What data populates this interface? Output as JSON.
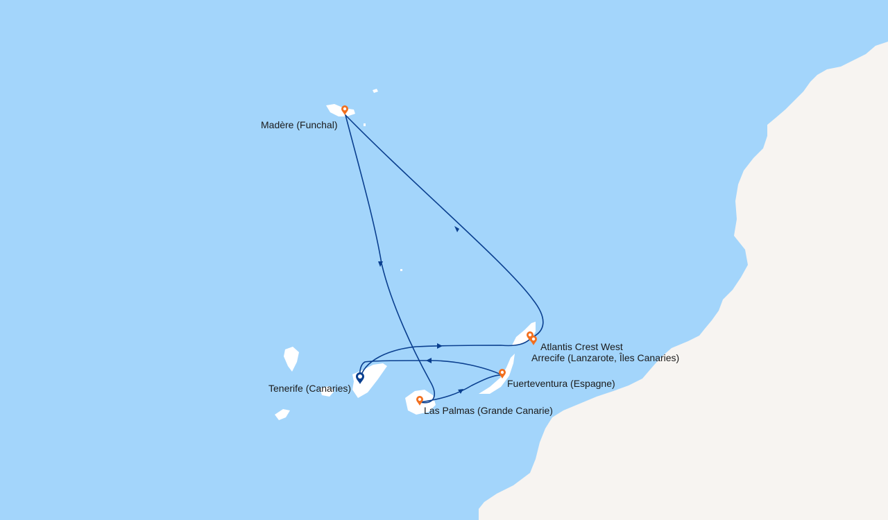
{
  "map": {
    "colors": {
      "sea": "#a3d5fb",
      "land": "#f7f4f1",
      "island": "#ffffff",
      "route": "#0a3f8f",
      "port_marker": "#f26f1e",
      "home_marker": "#0a3f8f"
    },
    "ports": [
      {
        "id": "madere",
        "label": "Madère (Funchal)",
        "marker": "port-pin"
      },
      {
        "id": "atlantis",
        "label": "Atlantis Crest West",
        "marker": "port-pin"
      },
      {
        "id": "arrecife",
        "label": "Arrecife (Lanzarote, Îles Canaries)",
        "marker": "port-pin"
      },
      {
        "id": "fuerteventura",
        "label": "Fuerteventura (Espagne)",
        "marker": "port-pin"
      },
      {
        "id": "tenerife",
        "label": "Tenerife (Canaries)",
        "marker": "home-pin"
      },
      {
        "id": "laspalmas",
        "label": "Las Palmas (Grande Canarie)",
        "marker": "port-pin"
      }
    ]
  }
}
